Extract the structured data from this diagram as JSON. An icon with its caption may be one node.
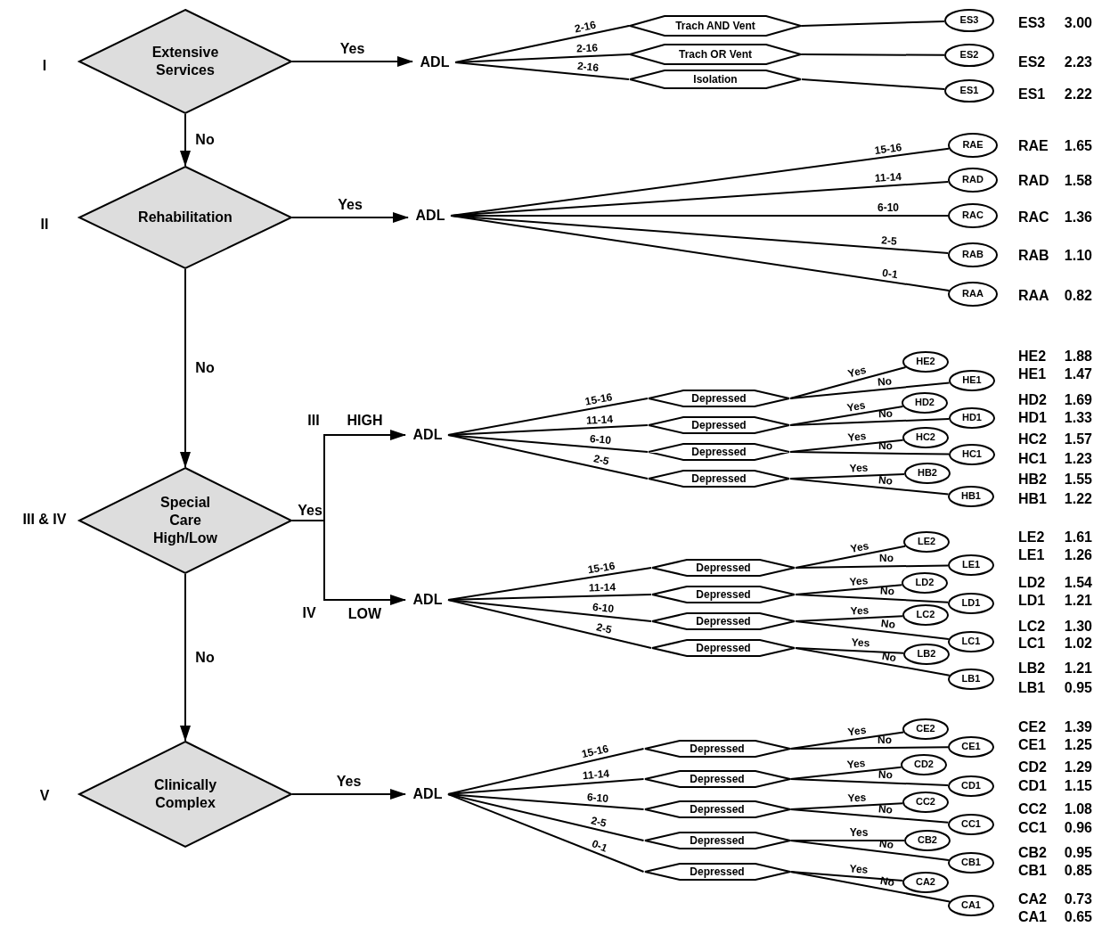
{
  "diagram": {
    "nodes": [
      {
        "text": [
          "Extensive Services"
        ],
        "beside": [
          "I"
        ]
      },
      {
        "text": [
          "ADL"
        ]
      },
      {
        "text": [
          "Trach AND Vent"
        ]
      },
      {
        "text": [
          "Trach OR Vent"
        ]
      },
      {
        "text": [
          "Isolation"
        ]
      },
      {
        "text": [
          "ES3"
        ],
        "beside": [
          "ES3",
          "3.00"
        ]
      },
      {
        "text": [
          "ES2"
        ],
        "beside": [
          "ES2",
          "2.23"
        ]
      },
      {
        "text": [
          "ES1"
        ],
        "beside": [
          "ES1",
          "2.22"
        ]
      },
      {
        "text": [
          "Rehabilitation"
        ],
        "beside": [
          "II"
        ]
      },
      {
        "text": [
          "ADL"
        ]
      },
      {
        "text": [
          "RAE"
        ],
        "beside": [
          "RAE",
          "1.65"
        ]
      },
      {
        "text": [
          "RAD"
        ],
        "beside": [
          "RAD",
          "1.58"
        ]
      },
      {
        "text": [
          "RAC"
        ],
        "beside": [
          "RAC",
          "1.36"
        ]
      },
      {
        "text": [
          "RAB"
        ],
        "beside": [
          "RAB",
          "1.10"
        ]
      },
      {
        "text": [
          "RAA"
        ],
        "beside": [
          "RAA",
          "0.82"
        ]
      },
      {
        "text": [
          "Special Care High/Low"
        ],
        "beside": [
          "III & IV"
        ]
      },
      {
        "text": [
          "ADL"
        ]
      },
      {
        "text": [
          "Depressed"
        ]
      },
      {
        "text": [
          "Depressed"
        ]
      },
      {
        "text": [
          "Depressed"
        ]
      },
      {
        "text": [
          "Depressed"
        ]
      },
      {
        "text": [
          "HE2"
        ],
        "beside": [
          "HE2",
          "1.88"
        ]
      },
      {
        "text": [
          "HE1"
        ],
        "beside": [
          "HE1",
          "1.47"
        ]
      },
      {
        "text": [
          "HD2"
        ],
        "beside": [
          "HD2",
          "1.69"
        ]
      },
      {
        "text": [
          "HD1"
        ],
        "beside": [
          "HD1",
          "1.33"
        ]
      },
      {
        "text": [
          "HC2"
        ],
        "beside": [
          "HC2",
          "1.57"
        ]
      },
      {
        "text": [
          "HC1"
        ],
        "beside": [
          "HC1",
          "1.23"
        ]
      },
      {
        "text": [
          "HB2"
        ],
        "beside": [
          "HB2",
          "1.55"
        ]
      },
      {
        "text": [
          "HB1"
        ],
        "beside": [
          "HB1",
          "1.22"
        ]
      },
      {
        "text": [
          "ADL"
        ]
      },
      {
        "text": [
          "Depressed"
        ]
      },
      {
        "text": [
          "Depressed"
        ]
      },
      {
        "text": [
          "Depressed"
        ]
      },
      {
        "text": [
          "Depressed"
        ]
      },
      {
        "text": [
          "LE2"
        ],
        "beside": [
          "LE2",
          "1.61"
        ]
      },
      {
        "text": [
          "LE1"
        ],
        "beside": [
          "LE1",
          "1.26"
        ]
      },
      {
        "text": [
          "LD2"
        ],
        "beside": [
          "LD2",
          "1.54"
        ]
      },
      {
        "text": [
          "LD1"
        ],
        "beside": [
          "LD1",
          "1.21"
        ]
      },
      {
        "text": [
          "LC2"
        ],
        "beside": [
          "LC2",
          "1.30"
        ]
      },
      {
        "text": [
          "LC1"
        ],
        "beside": [
          "LC1",
          "1.02"
        ]
      },
      {
        "text": [
          "LB2"
        ],
        "beside": [
          "LB2",
          "1.21"
        ]
      },
      {
        "text": [
          "LB1"
        ],
        "beside": [
          "LB1",
          "0.95"
        ]
      },
      {
        "text": [
          "Clinically Complex"
        ],
        "beside": [
          "V"
        ]
      },
      {
        "text": [
          "ADL"
        ]
      },
      {
        "text": [
          "Depressed"
        ]
      },
      {
        "text": [
          "Depressed"
        ]
      },
      {
        "text": [
          "Depressed"
        ]
      },
      {
        "text": [
          "Depressed"
        ]
      },
      {
        "text": [
          "Depressed"
        ]
      },
      {
        "text": [
          "CE2"
        ],
        "beside": [
          "CE2",
          "1.39"
        ]
      },
      {
        "text": [
          "CE1"
        ],
        "beside": [
          "CE1",
          "1.25"
        ]
      },
      {
        "text": [
          "CD2"
        ],
        "beside": [
          "CD2",
          "1.29"
        ]
      },
      {
        "text": [
          "CD1"
        ],
        "beside": [
          "CD1",
          "1.15"
        ]
      },
      {
        "text": [
          "CC2"
        ],
        "beside": [
          "CC2",
          "1.08"
        ]
      },
      {
        "text": [
          "CC1"
        ],
        "beside": [
          "CC1",
          "0.96"
        ]
      },
      {
        "text": [
          "CB2"
        ],
        "beside": [
          "CB2",
          "0.95"
        ]
      },
      {
        "text": [
          "CB1"
        ],
        "beside": [
          "CB1",
          "0.85"
        ]
      },
      {
        "text": [
          "CA2"
        ],
        "beside": [
          "CA2",
          "0.73"
        ]
      },
      {
        "text": [
          "CA1"
        ],
        "beside": [
          "CA1",
          "0.65"
        ]
      }
    ],
    "edges": [
      {
        "from": 0,
        "to": 1,
        "arrow": "to",
        "label": "Yes"
      },
      {
        "from": 0,
        "to": 8,
        "arrow": "to",
        "label": "No"
      },
      {
        "from": 1,
        "to": 2,
        "arrow": "none",
        "label": "2-16"
      },
      {
        "from": 1,
        "to": 3,
        "arrow": "none",
        "label": "2-16"
      },
      {
        "from": 1,
        "to": 4,
        "arrow": "none",
        "label": "2-16"
      },
      {
        "from": 2,
        "to": 5,
        "arrow": "none"
      },
      {
        "from": 3,
        "to": 6,
        "arrow": "none"
      },
      {
        "from": 4,
        "to": 7,
        "arrow": "none"
      },
      {
        "from": 8,
        "to": 9,
        "arrow": "to",
        "label": "Yes"
      },
      {
        "from": 8,
        "to": 15,
        "arrow": "to",
        "label": "No"
      },
      {
        "from": 9,
        "to": 10,
        "arrow": "none",
        "label": "15-16"
      },
      {
        "from": 9,
        "to": 11,
        "arrow": "none",
        "label": "11-14"
      },
      {
        "from": 9,
        "to": 12,
        "arrow": "none",
        "label": "6-10"
      },
      {
        "from": 9,
        "to": 13,
        "arrow": "none",
        "label": "2-5"
      },
      {
        "from": 9,
        "to": 14,
        "arrow": "none",
        "label": "0-1"
      },
      {
        "from": 15,
        "to": 16,
        "arrow": "to",
        "label": "HIGH"
      },
      {
        "from": 15,
        "to": 29,
        "arrow": "to",
        "label": "LOW"
      },
      {
        "from": 16,
        "to": 17,
        "arrow": "none",
        "label": "15-16"
      },
      {
        "from": 16,
        "to": 18,
        "arrow": "none",
        "label": "11-14"
      },
      {
        "from": 16,
        "to": 19,
        "arrow": "none",
        "label": "6-10"
      },
      {
        "from": 16,
        "to": 20,
        "arrow": "none",
        "label": "2-5"
      },
      {
        "from": 17,
        "to": 21,
        "arrow": "none",
        "label": "Yes"
      },
      {
        "from": 17,
        "to": 22,
        "arrow": "none",
        "label": "No"
      },
      {
        "from": 18,
        "to": 23,
        "arrow": "none",
        "label": "Yes"
      },
      {
        "from": 18,
        "to": 24,
        "arrow": "none",
        "label": "No"
      },
      {
        "from": 19,
        "to": 25,
        "arrow": "none",
        "label": "Yes"
      },
      {
        "from": 19,
        "to": 26,
        "arrow": "none",
        "label": "No"
      },
      {
        "from": 20,
        "to": 27,
        "arrow": "none",
        "label": "Yes"
      },
      {
        "from": 20,
        "to": 28,
        "arrow": "none",
        "label": "No"
      },
      {
        "from": 29,
        "to": 30,
        "arrow": "none",
        "label": "15-16"
      },
      {
        "from": 29,
        "to": 31,
        "arrow": "none",
        "label": "11-14"
      },
      {
        "from": 29,
        "to": 32,
        "arrow": "none",
        "label": "6-10"
      },
      {
        "from": 29,
        "to": 33,
        "arrow": "none",
        "label": "2-5"
      },
      {
        "from": 30,
        "to": 34,
        "arrow": "none",
        "label": "Yes"
      },
      {
        "from": 30,
        "to": 35,
        "arrow": "none",
        "label": "No"
      },
      {
        "from": 31,
        "to": 36,
        "arrow": "none",
        "label": "Yes"
      },
      {
        "from": 31,
        "to": 37,
        "arrow": "none",
        "label": "No"
      },
      {
        "from": 32,
        "to": 38,
        "arrow": "none",
        "label": "Yes"
      },
      {
        "from": 32,
        "to": 39,
        "arrow": "none",
        "label": "No"
      },
      {
        "from": 33,
        "to": 40,
        "arrow": "none",
        "label": "Yes"
      },
      {
        "from": 33,
        "to": 41,
        "arrow": "none",
        "label": "No"
      },
      {
        "from": 15,
        "to": 42,
        "arrow": "to",
        "label": "No"
      },
      {
        "from": 42,
        "to": 43,
        "arrow": "to",
        "label": "Yes"
      },
      {
        "from": 43,
        "to": 44,
        "arrow": "none",
        "label": "15-16"
      },
      {
        "from": 43,
        "to": 45,
        "arrow": "none",
        "label": "11-14"
      },
      {
        "from": 43,
        "to": 46,
        "arrow": "none",
        "label": "6-10"
      },
      {
        "from": 43,
        "to": 47,
        "arrow": "none",
        "label": "2-5"
      },
      {
        "from": 43,
        "to": 48,
        "arrow": "none",
        "label": "0-1"
      },
      {
        "from": 44,
        "to": 49,
        "arrow": "none",
        "label": "Yes"
      },
      {
        "from": 44,
        "to": 50,
        "arrow": "none",
        "label": "No"
      },
      {
        "from": 45,
        "to": 51,
        "arrow": "none",
        "label": "Yes"
      },
      {
        "from": 45,
        "to": 52,
        "arrow": "none",
        "label": "No"
      },
      {
        "from": 46,
        "to": 53,
        "arrow": "none",
        "label": "Yes"
      },
      {
        "from": 46,
        "to": 54,
        "arrow": "none",
        "label": "No"
      },
      {
        "from": 47,
        "to": 55,
        "arrow": "none",
        "label": "Yes"
      },
      {
        "from": 47,
        "to": 56,
        "arrow": "none",
        "label": "No"
      },
      {
        "from": 48,
        "to": 57,
        "arrow": "none",
        "label": "Yes"
      },
      {
        "from": 48,
        "to": 58,
        "arrow": "none",
        "label": "No"
      }
    ],
    "labels": [
      "III",
      "Yes",
      "IV"
    ]
  }
}
